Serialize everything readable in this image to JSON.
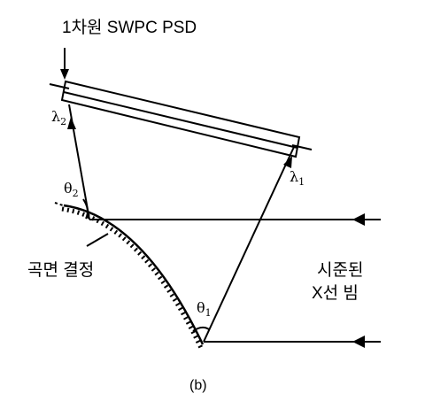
{
  "detector_label": "1차원 SWPC PSD",
  "crystal_label": "곡면 결정",
  "beam_label_line1": "시준된",
  "beam_label_line2": "X선 빔",
  "lambda1": {
    "symbol": "λ",
    "sub": "1"
  },
  "lambda2": {
    "symbol": "λ",
    "sub": "2"
  },
  "theta1": {
    "symbol": "θ",
    "sub": "1"
  },
  "theta2": {
    "symbol": "θ",
    "sub": "2"
  },
  "caption": "(b)"
}
